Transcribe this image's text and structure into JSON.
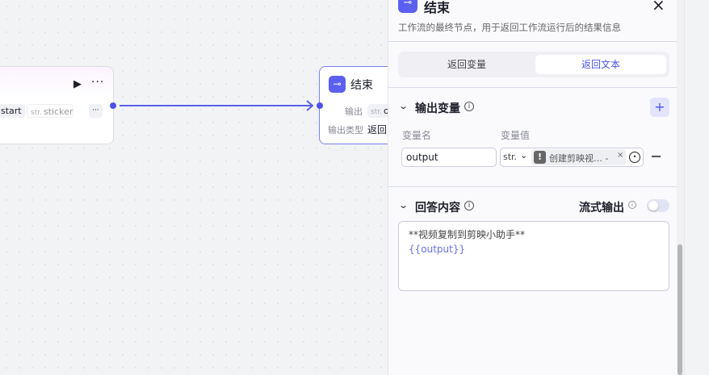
{
  "canvas": {
    "left_node": {
      "input_tag": "start",
      "var_type": "str.",
      "var_name": "sticker_",
      "more": "···"
    },
    "end_node": {
      "title": "结束",
      "output_label": "输出",
      "output_type": "str.",
      "output_value": "o",
      "output_type_label": "输出类型",
      "output_type_value": "返回"
    }
  },
  "panel": {
    "title": "结束",
    "description": "工作流的最终节点，用于返回工作流运行后的结果信息",
    "close": "×",
    "tabs": [
      {
        "label": "返回变量",
        "active": false
      },
      {
        "label": "返回文本",
        "active": true
      }
    ],
    "output_section": {
      "title": "输出变量",
      "col_name": "变量名",
      "col_value": "变量值",
      "rows": [
        {
          "name": "output",
          "type": "str.",
          "ref": "创建剪映视… -"
        }
      ]
    },
    "answer_section": {
      "title": "回答内容",
      "stream_label": "流式输出",
      "stream_on": false,
      "content_line1": "**视频复制到剪映小助手**",
      "content_line2": "{{output}}"
    }
  },
  "colors": {
    "accent": "#4d53e8"
  }
}
